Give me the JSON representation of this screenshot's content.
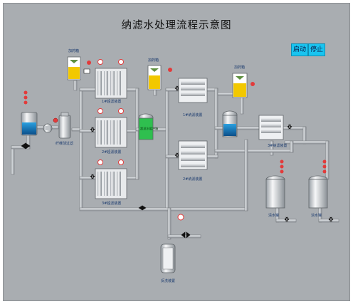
{
  "title": "纳滤水处理流程示意图",
  "buttons": {
    "start": "启动",
    "stop": "停止"
  },
  "labels": {
    "dosing_box_1": "加药箱",
    "dosing_box_2": "加药箱",
    "dosing_box_3": "加药箱",
    "filter_group_1": "1#超滤装置",
    "filter_group_2": "2#超滤装置",
    "filter_group_3": "3#超滤装置",
    "buffer_tank": "超滤水缓冲箱",
    "nf_1": "1#纳滤装置",
    "nf_2": "2#纳滤装置",
    "nf_3": "3#纳滤装置",
    "precision_filter": "纤维球过滤",
    "clear_water_tank": "清水罐",
    "concentrate_tank": "浓水罐",
    "backwash_unit": "反洗装置"
  },
  "colors": {
    "panel": "#a9adb1",
    "pipe": "#c7cbcf",
    "pipe_edge": "#7a7e82",
    "dosing_liquid": "#f2c800",
    "water": "#1583c9",
    "buffer": "#2fbf4f",
    "button": "#19c4f0",
    "gauge": "#e23b3b"
  }
}
